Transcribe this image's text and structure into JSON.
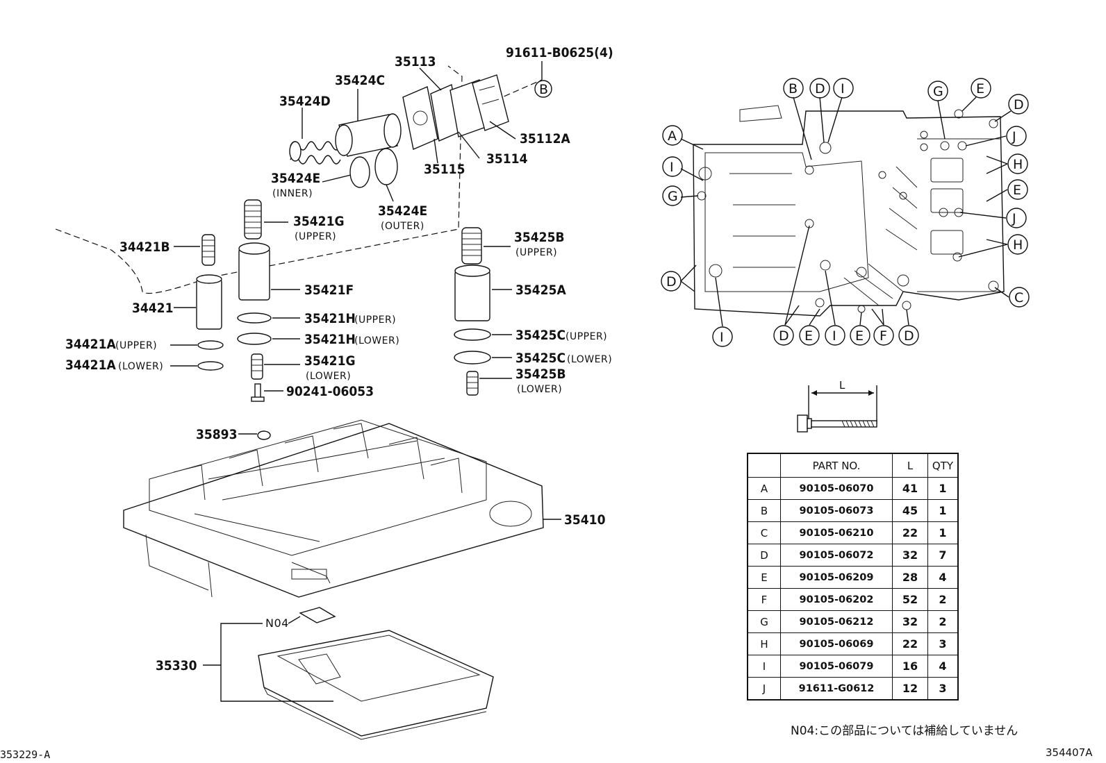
{
  "parts": {
    "p91611_b0625": "91611-B0625(4)",
    "p35113": "35113",
    "p35424c": "35424C",
    "p35424d": "35424D",
    "p35112a": "35112A",
    "p35114": "35114",
    "p35115": "35115",
    "p35424e_inner": "35424E",
    "p35424e_inner_sub": "(INNER)",
    "p35424e_outer": "35424E",
    "p35424e_outer_sub": "(OUTER)",
    "p35421g_upper": "35421G",
    "p35421g_upper_sub": "(UPPER)",
    "p34421b": "34421B",
    "p35421f": "35421F",
    "p34421": "34421",
    "p35421h_upper": "35421H",
    "p35421h_upper_sub": "(UPPER)",
    "p35421h_lower": "35421H",
    "p35421h_lower_sub": "(LOWER)",
    "p34421a_upper": "34421A",
    "p34421a_upper_sub": "(UPPER)",
    "p34421a_lower": "34421A",
    "p34421a_lower_sub": "(LOWER)",
    "p35421g_lower": "35421G",
    "p35421g_lower_sub": "(LOWER)",
    "p90241_06053": "90241-06053",
    "p35425b_upper": "35425B",
    "p35425b_upper_sub": "(UPPER)",
    "p35425a": "35425A",
    "p35425c_upper": "35425C",
    "p35425c_upper_sub": "(UPPER)",
    "p35425c_lower": "35425C",
    "p35425c_lower_sub": "(LOWER)",
    "p35425b_lower": "35425B",
    "p35425b_lower_sub": "(LOWER)",
    "p35893": "35893",
    "p35410": "35410",
    "p35330": "35330",
    "pN04": "N04"
  },
  "callouts": {
    "B_top": "B",
    "top_row": [
      "B",
      "D",
      "I",
      "G",
      "E",
      "D"
    ],
    "left_col": [
      "A",
      "I",
      "G",
      "D"
    ],
    "right_col": [
      "J",
      "H",
      "E",
      "J",
      "H",
      "C"
    ],
    "bottom_row": [
      "I",
      "D",
      "E",
      "I",
      "E",
      "F",
      "D"
    ]
  },
  "bolt_dim_label": "L",
  "bolt_table": {
    "headers": [
      "",
      "PART NO.",
      "L",
      "QTY"
    ],
    "rows": [
      {
        "key": "A",
        "part": "90105-06070",
        "l": "41",
        "qty": "1"
      },
      {
        "key": "B",
        "part": "90105-06073",
        "l": "45",
        "qty": "1"
      },
      {
        "key": "C",
        "part": "90105-06210",
        "l": "22",
        "qty": "1"
      },
      {
        "key": "D",
        "part": "90105-06072",
        "l": "32",
        "qty": "7"
      },
      {
        "key": "E",
        "part": "90105-06209",
        "l": "28",
        "qty": "4"
      },
      {
        "key": "F",
        "part": "90105-06202",
        "l": "52",
        "qty": "2"
      },
      {
        "key": "G",
        "part": "90105-06212",
        "l": "32",
        "qty": "2"
      },
      {
        "key": "H",
        "part": "90105-06069",
        "l": "22",
        "qty": "3"
      },
      {
        "key": "I",
        "part": "90105-06079",
        "l": "16",
        "qty": "4"
      },
      {
        "key": "J",
        "part": "91611-G0612",
        "l": "12",
        "qty": "3"
      }
    ]
  },
  "note": "N04:この部品については補給していません",
  "code_left": "353229-A",
  "code_right": "354407A"
}
